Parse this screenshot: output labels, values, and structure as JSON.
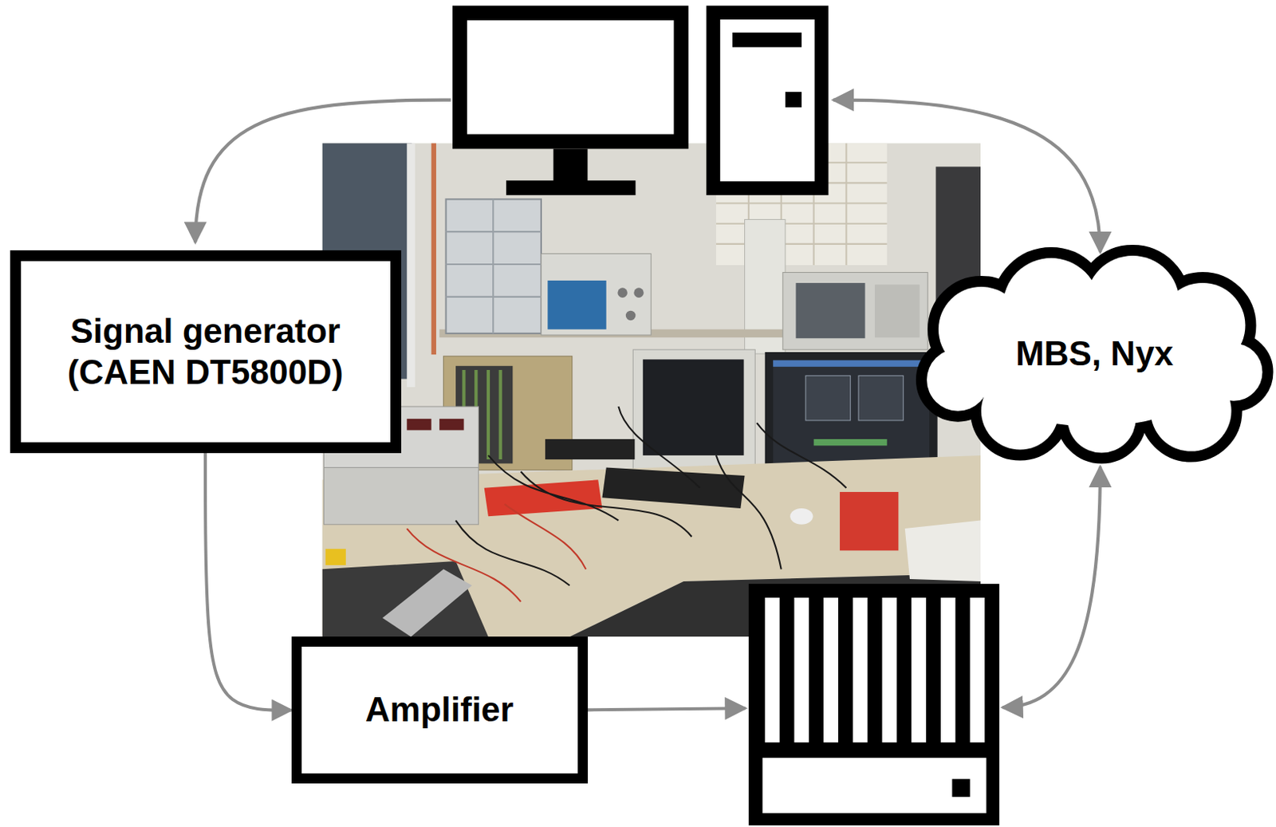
{
  "diagram": {
    "nodes": [
      {
        "text": [
          "Signal generator (CAEN DT5800D)"
        ]
      },
      {
        "text": [
          "Amplifier"
        ]
      },
      {
        "text": [
          "MBS, Nyx"
        ]
      }
    ],
    "edges": [
      {
        "from": 0,
        "to": 1,
        "arrow": "to"
      }
    ]
  }
}
